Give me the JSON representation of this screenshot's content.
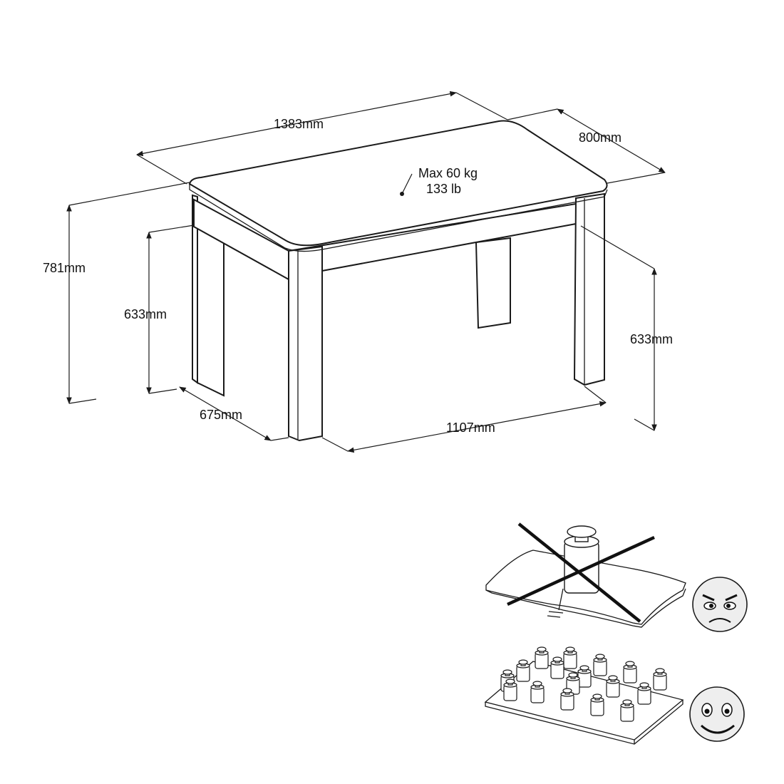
{
  "dimensions": {
    "length": "1383mm",
    "depth": "800mm",
    "height_total": "781mm",
    "leg_height_left": "633mm",
    "leg_height_right": "633mm",
    "inner_depth": "675mm",
    "inner_length": "1107mm"
  },
  "load": {
    "max_kg": "Max 60 kg",
    "max_lb": "133 lb"
  },
  "icons": {
    "bad": "point-load-crossed-icon",
    "good": "distributed-load-icon",
    "angry": "angry-face-icon",
    "happy": "happy-face-icon"
  },
  "colors": {
    "ink": "#1a1a1a",
    "paper": "#ffffff"
  }
}
